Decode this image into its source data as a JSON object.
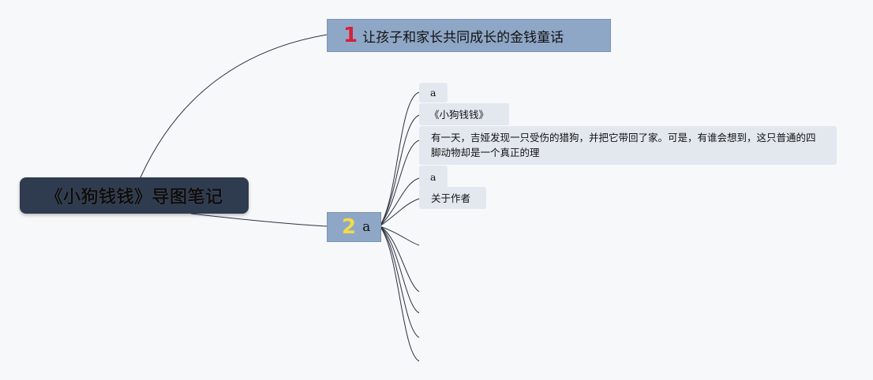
{
  "root": {
    "title": "《小狗钱钱》导图笔记"
  },
  "branches": [
    {
      "number": "1",
      "number_color": "#d6213b",
      "label": "让孩子和家长共同成长的金钱童话"
    },
    {
      "number": "2",
      "number_color": "#f1dc4a",
      "label": "a"
    }
  ],
  "leaves": [
    {
      "text": "a"
    },
    {
      "text": "《小狗钱钱》"
    },
    {
      "text": "有一天，吉娅发现一只受伤的猎狗，并把它带回了家。可是，有谁会想到，这只普通的四脚动物却是一个真正的理"
    },
    {
      "text": "a"
    },
    {
      "text": "关于作者"
    }
  ],
  "colors": {
    "background": "#f7f8fa",
    "root_fill": "#2f3b4e",
    "branch_fill": "#8fa7c6",
    "leaf_fill": "#e3e8ef",
    "connector": "#2b3140"
  }
}
